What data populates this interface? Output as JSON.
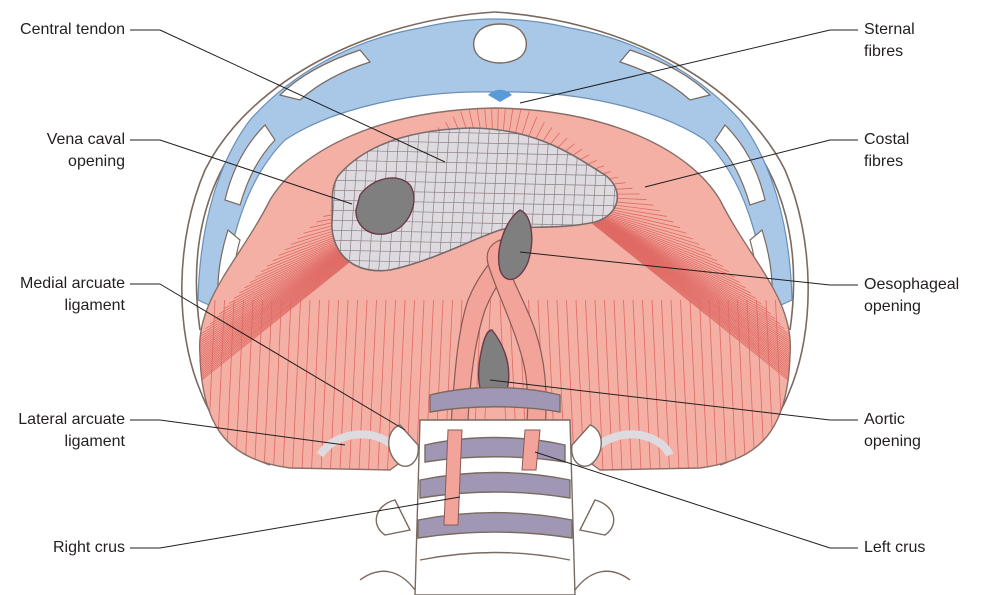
{
  "labels": {
    "central_tendon": [
      "Central tendon"
    ],
    "vena_caval_opening": [
      "Vena caval",
      "opening"
    ],
    "medial_arcuate_ligament": [
      "Medial arcuate",
      "ligament"
    ],
    "lateral_arcuate_ligament": [
      "Lateral arcuate",
      "ligament"
    ],
    "right_crus": [
      "Right crus"
    ],
    "sternal_fibres": [
      "Sternal",
      "fibres"
    ],
    "costal_fibres": [
      "Costal",
      "fibres"
    ],
    "oesophageal_opening": [
      "Oesophageal",
      "opening"
    ],
    "aortic_opening": [
      "Aortic",
      "opening"
    ],
    "left_crus": [
      "Left crus"
    ]
  },
  "colors": {
    "muscle": "#f4b0a4",
    "muscle_fibre": "#d9534f",
    "tendon": "#dedbe0",
    "cartilage": "#a9c7e6",
    "bone_outline": "#7a6a60",
    "opening": "#807f80",
    "disc": "#a097b5",
    "leader": "#231f20"
  }
}
